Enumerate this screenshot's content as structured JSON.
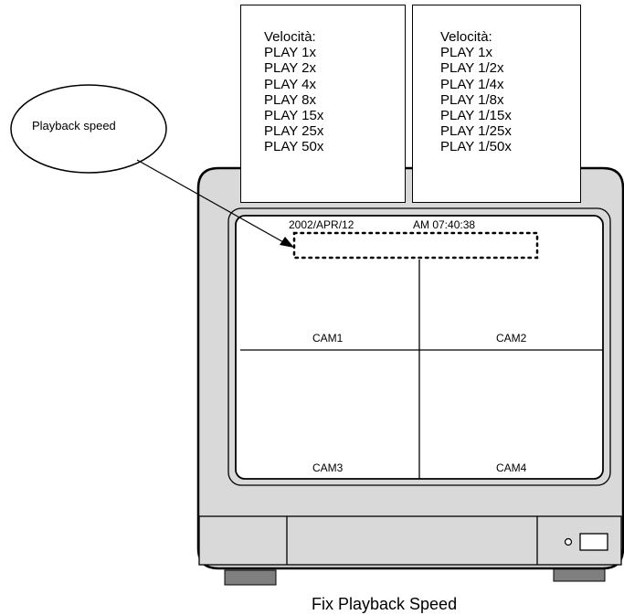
{
  "callout": {
    "label": "Playback speed"
  },
  "speed_box_left": {
    "title": "Velocità:",
    "items": [
      "PLAY 1x",
      "PLAY 2x",
      "PLAY 4x",
      "PLAY 8x",
      "PLAY 15x",
      "PLAY 25x",
      "PLAY 50x"
    ]
  },
  "speed_box_right": {
    "title": "Velocità:",
    "items": [
      "PLAY 1x",
      "PLAY 1/2x",
      "PLAY 1/4x",
      "PLAY 1/8x",
      "PLAY 1/15x",
      "PLAY 1/25x",
      "PLAY 1/50x"
    ]
  },
  "screen": {
    "date": "2002/APR/12",
    "time": "AM 07:40:38",
    "cameras": [
      "CAM1",
      "CAM2",
      "CAM3",
      "CAM4"
    ]
  },
  "caption": "Fix Playback Speed"
}
